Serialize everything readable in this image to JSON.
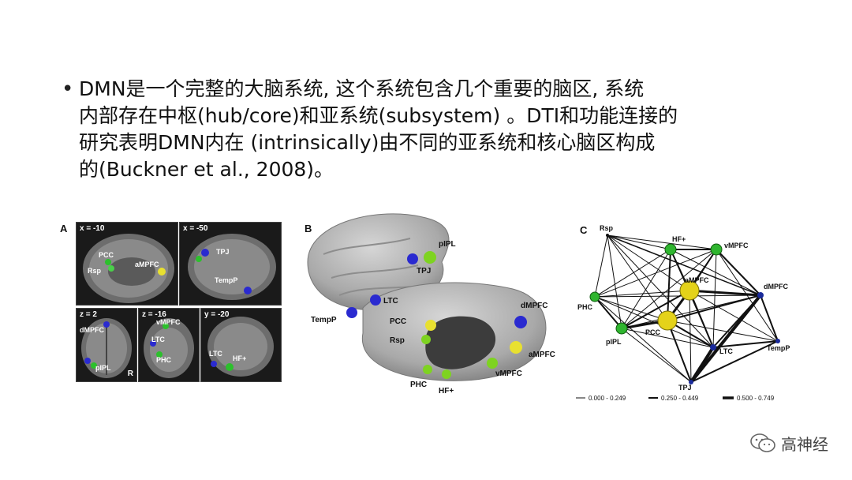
{
  "bullet": {
    "lines": [
      "DMN是一个完整的大脑系统, 这个系统包含几个重要的脑区, 系统",
      "内部存在中枢(hub/core)和亚系统(subsystem) 。DTI和功能连接的",
      "研究表明DMN内在 (intrinsically)由不同的亚系统和核心脑区构成",
      "的(Buckner et al., 2008)。"
    ]
  },
  "figure": {
    "panel_a": {
      "label": "A",
      "slices": [
        {
          "coord": "x = -10",
          "regions": [
            "PCC",
            "aMPFC",
            "Rsp"
          ]
        },
        {
          "coord": "x = -50",
          "regions": [
            "TPJ",
            "TempP"
          ]
        },
        {
          "coord": "z = 2",
          "regions": [
            "dMPFC",
            "pIPL"
          ],
          "side_label": "R"
        },
        {
          "coord": "z = -16",
          "regions": [
            "vMPFC",
            "LTC",
            "PHC"
          ]
        },
        {
          "coord": "y = -20",
          "regions": [
            "LTC",
            "HF+"
          ]
        }
      ]
    },
    "panel_b": {
      "label": "B",
      "regions": [
        "pIPL",
        "TPJ",
        "LTC",
        "TempP",
        "PCC",
        "Rsp",
        "dMPFC",
        "aMPFC",
        "vMPFC",
        "PHC",
        "HF+"
      ]
    },
    "panel_c": {
      "label": "C",
      "nodes": [
        "Rsp",
        "HF+",
        "vMPFC",
        "aMPFC",
        "dMPFC",
        "PHC",
        "pIPL",
        "PCC",
        "LTC",
        "TempP",
        "TPJ"
      ],
      "legend": [
        "0.000 - 0.249",
        "0.250 - 0.449",
        "0.500 - 0.749"
      ],
      "colors": {
        "hub": "#e4d21a",
        "medial_temporal": "#2fb52f",
        "dorsal_medial": "#1a2a9a"
      }
    }
  },
  "watermark": {
    "text": "高神经",
    "icon": "wechat-icon"
  }
}
